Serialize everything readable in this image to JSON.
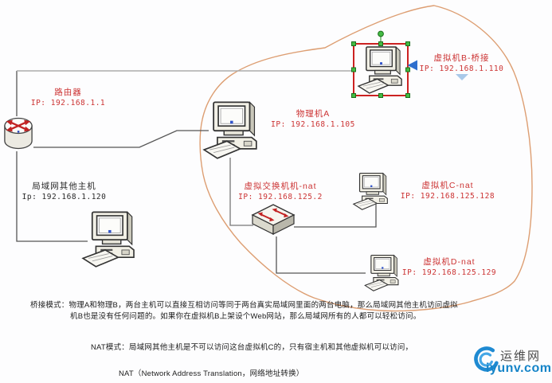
{
  "nodes": {
    "router": {
      "name": "路由器",
      "ip": "IP: 192.168.1.1"
    },
    "physical_a": {
      "name": "物理机A",
      "ip": "IP: 192.168.1.105"
    },
    "vm_b": {
      "name": "虚拟机B-桥接",
      "ip": "IP: 192.168.1.110"
    },
    "vswitch": {
      "name": "虚拟交换机机-nat",
      "ip": "IP: 192.168.125.2"
    },
    "vm_c": {
      "name": "虚拟机C-nat",
      "ip": "IP: 192.168.125.128"
    },
    "vm_d": {
      "name": "虚拟机D-nat",
      "ip": "IP: 192.168.125.129"
    },
    "lan_host": {
      "name": "局域网其他主机",
      "ip": "Ip: 192.168.1.120"
    }
  },
  "notes": {
    "bridge_line1": "桥接模式：物理A和物理B，两台主机可以直接互相访问等同于两台真实局域网里面的两台电脑，那么局域网其他主机访问虚拟",
    "bridge_line2": "机B也是没有任何问题的。如果你在虚拟机B上架设个Web网站，那么局域网所有的人都可以轻松访问。",
    "nat_line": "NAT模式：局域网其他主机是不可以访问这台虚拟机C的，只有宿主机和其他虚拟机可以访问，",
    "nat_def": "NAT（Network Address Translation，网络地址转换）"
  },
  "logo": {
    "site_name": "运维网",
    "domain": "iyunv.com"
  },
  "icons": {
    "router": "router-icon",
    "computer": "desktop-computer-icon",
    "switch": "network-switch-icon",
    "logo": "iyunv-swirl-icon"
  },
  "colors": {
    "label_red": "#cc3333",
    "text_dark": "#222222",
    "lasso_orange": "#dd9e72",
    "selection_red": "#cc2222",
    "handle_green": "#44bb44",
    "arrow_blue": "#2e6fce",
    "arrow_light_blue": "#a9c9e9",
    "connector_dark": "#555555",
    "connector_light": "#aaaaaa",
    "logo_blue": "#1f8ad2",
    "logo_text_blue": "#1584c8"
  }
}
